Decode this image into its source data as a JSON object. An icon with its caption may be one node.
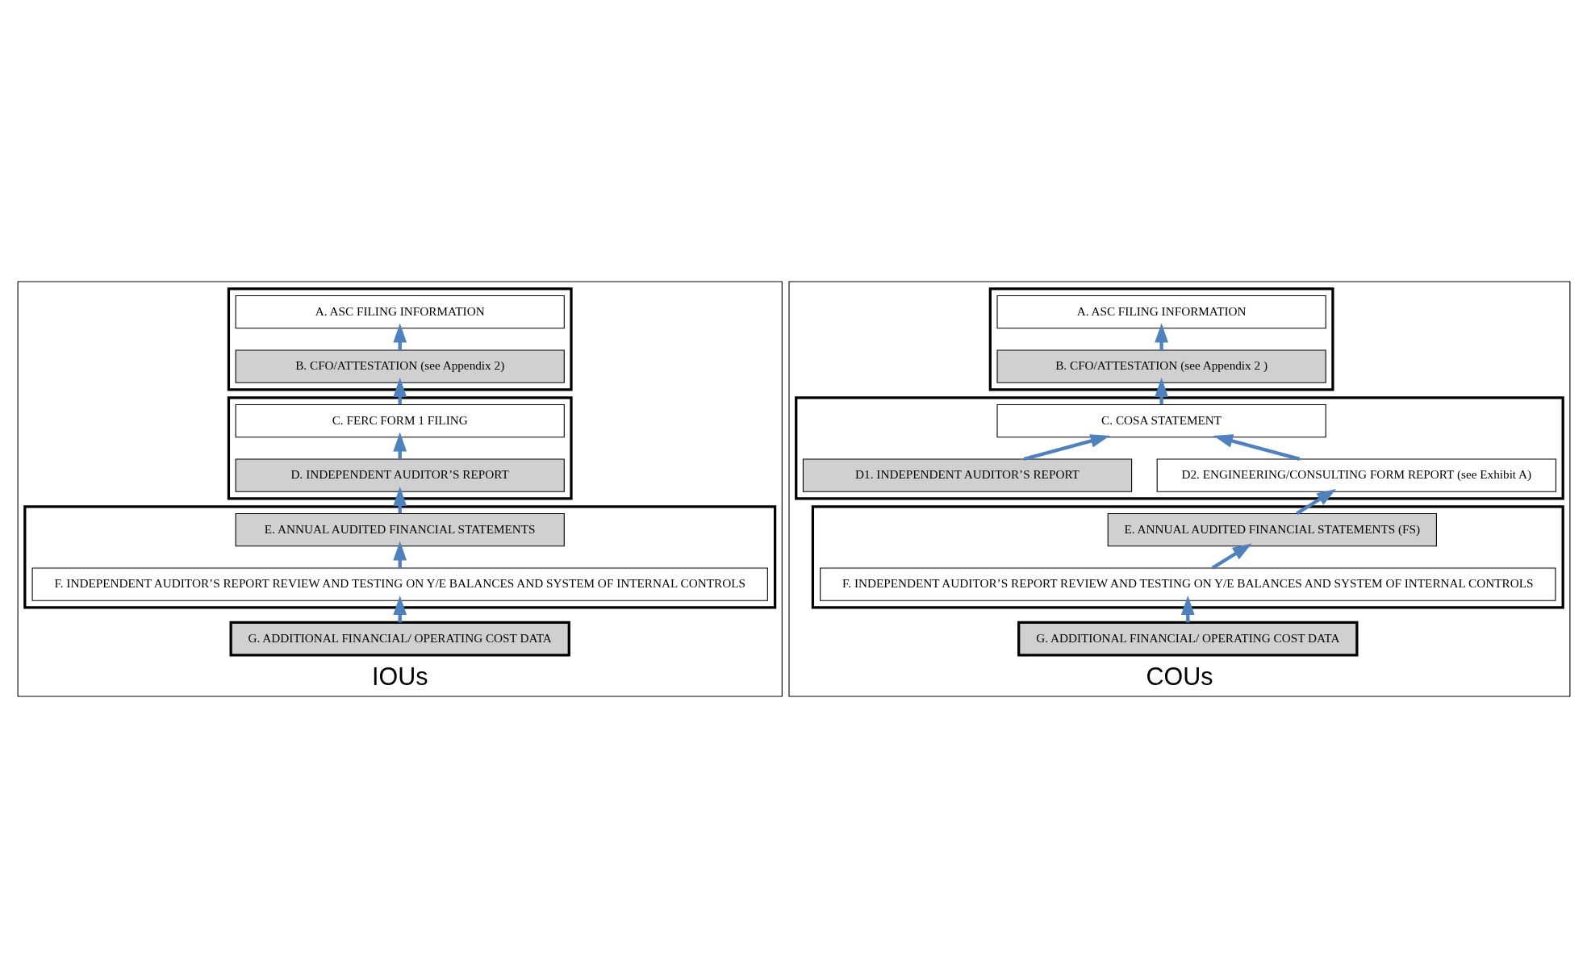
{
  "diagram": {
    "nodes": [
      {
        "text": [
          "IOUs"
        ]
      },
      {
        "text": [],
        "shape": "box",
        "in": 0
      },
      {
        "text": [
          "A. ASC FILING INFORMATION"
        ],
        "in": 1
      },
      {
        "text": [
          "B. CFO/ATTESTATION (see Appendix 2)"
        ],
        "in": 1
      },
      {
        "text": [],
        "shape": "box",
        "in": 0
      },
      {
        "text": [
          "C. FERC FORM 1 FILING"
        ],
        "in": 4
      },
      {
        "text": [
          "D. INDEPENDENT AUDITOR’S REPORT"
        ],
        "in": 4
      },
      {
        "text": [],
        "shape": "box",
        "in": 0
      },
      {
        "text": [
          "E. ANNUAL AUDITED FINANCIAL STATEMENTS"
        ],
        "in": 7
      },
      {
        "text": [
          "F. INDEPENDENT AUDITOR’S REPORT REVIEW AND TESTING ON Y/E BALANCES AND SYSTEM OF INTERNAL CONTROLS"
        ],
        "in": 7
      },
      {
        "text": [
          "G. ADDITIONAL FINANCIAL/ OPERATING COST DATA"
        ],
        "in": 0
      },
      {
        "text": [
          "COUs"
        ]
      },
      {
        "text": [],
        "shape": "box",
        "in": 11
      },
      {
        "text": [
          "A. ASC FILING INFORMATION"
        ],
        "in": 12
      },
      {
        "text": [
          "B. CFO/ATTESTATION (see Appendix 2 )"
        ],
        "in": 12
      },
      {
        "text": [],
        "shape": "box",
        "in": 11
      },
      {
        "text": [
          "C. COSA STATEMENT"
        ],
        "in": 15
      },
      {
        "text": [
          "D1. INDEPENDENT AUDITOR’S REPORT"
        ],
        "in": 15
      },
      {
        "text": [
          "D2. ENGINEERING/CONSULTING FORM REPORT (see Exhibit A)"
        ],
        "in": 15
      },
      {
        "text": [],
        "shape": "box",
        "in": 11
      },
      {
        "text": [
          "E. ANNUAL AUDITED FINANCIAL STATEMENTS (FS)"
        ],
        "in": 19
      },
      {
        "text": [
          "F. INDEPENDENT AUDITOR’S REPORT REVIEW AND TESTING ON Y/E BALANCES AND SYSTEM OF INTERNAL CONTROLS"
        ],
        "in": 19
      },
      {
        "text": [
          "G. ADDITIONAL FINANCIAL/ OPERATING COST DATA"
        ],
        "in": 11
      }
    ],
    "edges": [
      {
        "from": 3,
        "to": 2,
        "arrow": "to"
      },
      {
        "from": 5,
        "to": 3,
        "arrow": "to"
      },
      {
        "from": 6,
        "to": 5,
        "arrow": "to"
      },
      {
        "from": 8,
        "to": 6,
        "arrow": "to"
      },
      {
        "from": 9,
        "to": 8,
        "arrow": "to"
      },
      {
        "from": 10,
        "to": 9,
        "arrow": "to"
      },
      {
        "from": 14,
        "to": 13,
        "arrow": "to"
      },
      {
        "from": 16,
        "to": 14,
        "arrow": "to"
      },
      {
        "from": 17,
        "to": 16,
        "arrow": "to"
      },
      {
        "from": 18,
        "to": 16,
        "arrow": "to"
      },
      {
        "from": 20,
        "to": 18,
        "arrow": "to"
      },
      {
        "from": 21,
        "to": 20,
        "arrow": "to"
      },
      {
        "from": 22,
        "to": 21,
        "arrow": "to"
      }
    ]
  }
}
